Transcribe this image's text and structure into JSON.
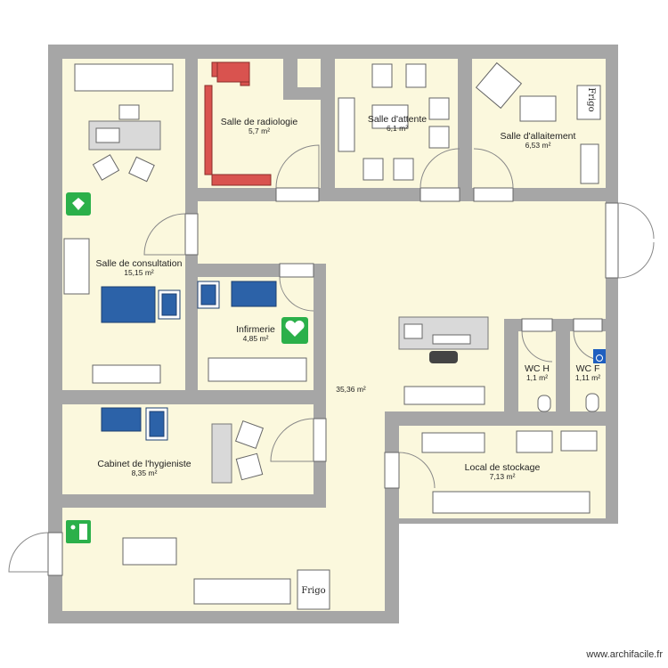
{
  "rooms": [
    {
      "id": "consultation",
      "name": "Salle de consultation",
      "area": "15,15 m²"
    },
    {
      "id": "radiologie",
      "name": "Salle de radiologie",
      "area": "5,7 m²"
    },
    {
      "id": "attente",
      "name": "Salle d'attente",
      "area": "6,1 m²"
    },
    {
      "id": "allaitement",
      "name": "Salle d'allaitement",
      "area": "6,53 m²"
    },
    {
      "id": "infirmerie",
      "name": "Infirmerie",
      "area": "4,85 m²"
    },
    {
      "id": "hall",
      "name": "",
      "area": "35,36 m²"
    },
    {
      "id": "wc-h",
      "name": "WC H",
      "area": "1,1 m²"
    },
    {
      "id": "wc-f",
      "name": "WC F",
      "area": "1,11 m²"
    },
    {
      "id": "hygieniste",
      "name": "Cabinet de l'hygieniste",
      "area": "8,35 m²"
    },
    {
      "id": "stockage",
      "name": "Local de stockage",
      "area": "7,13 m²"
    }
  ],
  "fridge_labels": [
    "Frigo",
    "Frigo"
  ],
  "watermark": "www.archifacile.fr",
  "colors": {
    "wall": "#a6a6a6",
    "floor": "#fbf8dd",
    "bed": "#2c62a8",
    "radiology": "#d9534f",
    "aed": "#2bb04a",
    "accessible": "#1f5fbf"
  },
  "icons": [
    "aed-icon",
    "emergency-exit-icon",
    "wheelchair-icon"
  ]
}
